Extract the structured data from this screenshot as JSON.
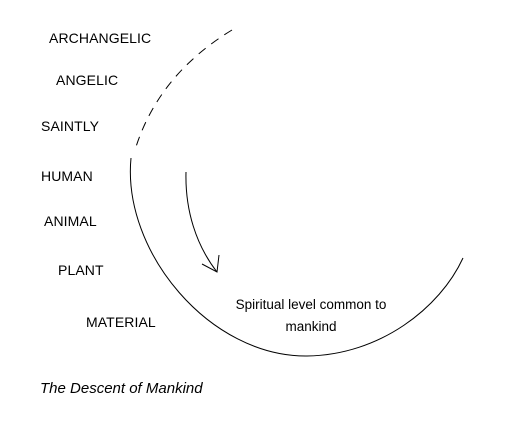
{
  "levels": [
    "ARCHANGELIC",
    "ANGELIC",
    "SAINTLY",
    "HUMAN",
    "ANIMAL",
    "PLANT",
    "MATERIAL"
  ],
  "annotation": {
    "line1": "Spiritual level common to",
    "line2": "mankind"
  },
  "caption": "The Descent of Mankind",
  "colors": {
    "stroke": "#000000",
    "background": "#ffffff"
  }
}
